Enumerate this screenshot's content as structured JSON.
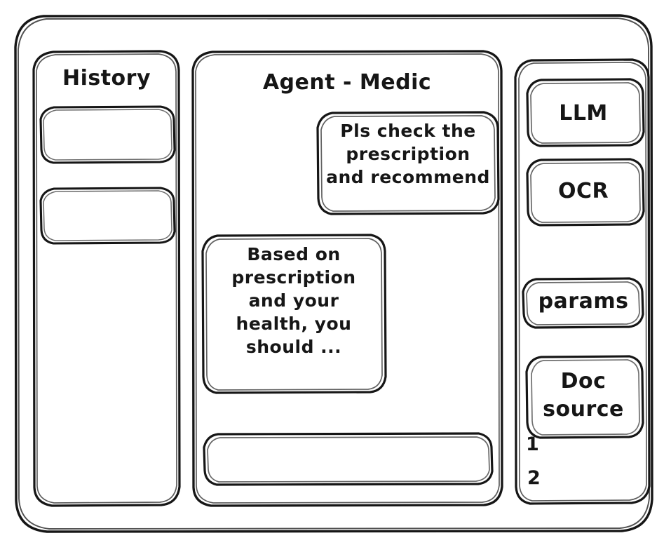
{
  "window": {
    "style": "hand-drawn-wireframe",
    "stroke_color": "#161616",
    "background_color": "#ffffff"
  },
  "sidebar_left": {
    "title": "History",
    "items": [
      {
        "label": ""
      },
      {
        "label": ""
      }
    ]
  },
  "main": {
    "title": "Agent - Medic",
    "messages": [
      {
        "role": "user",
        "align": "right",
        "text": "Pls check the\nprescription\nand recommend"
      },
      {
        "role": "agent",
        "align": "left",
        "text": "Based on\nprescription\nand your\nhealth, you\nshould ..."
      }
    ],
    "composer": {
      "value": "",
      "placeholder": ""
    }
  },
  "sidebar_right": {
    "chips": [
      {
        "label": "LLM"
      },
      {
        "label": "OCR"
      },
      {
        "label": "params"
      },
      {
        "label": "Doc\nsource"
      }
    ],
    "doc_source_list": [
      {
        "marker": "1"
      },
      {
        "marker": "2"
      }
    ]
  }
}
